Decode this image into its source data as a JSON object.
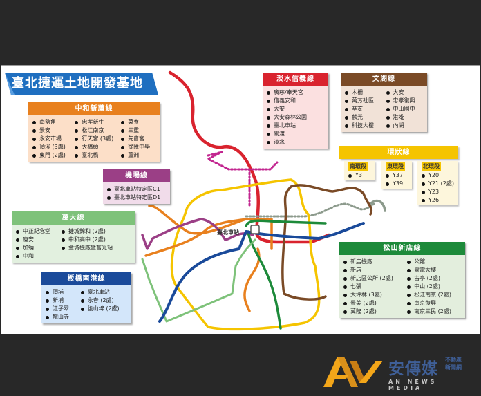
{
  "title": "臺北捷運土地開發基地",
  "station_center_label": "臺北車站",
  "colors": {
    "background": "#282828",
    "title_banner": "#1f6fc0",
    "zhonghe_xinlu": "#e8801e",
    "tamsui_xinyi": "#d9232e",
    "wenhu": "#7a4a26",
    "circular": "#f5c400",
    "airport": "#9b3f86",
    "wanda": "#7ec27a",
    "bannan": "#1a4a9a",
    "songshan_xindian": "#1d8a3a"
  },
  "lines": {
    "zhonghe_xinlu": {
      "name": "中和新蘆線",
      "columns": [
        [
          "南勢角",
          "景安",
          "永安市場",
          "頂溪 (3處)",
          "東門 (2處)"
        ],
        [
          "忠孝新生",
          "松江南京",
          "行天宮 (3處)",
          "大橋頭",
          "臺北橋"
        ],
        [
          "菜寮",
          "三重",
          "先嗇宮",
          "徐匯中學",
          "蘆洲"
        ]
      ]
    },
    "tamsui_xinyi": {
      "name": "淡水信義線",
      "columns": [
        [
          "廣慈/奉天宮",
          "信義安和",
          "大安",
          "大安森林公園",
          "臺北車站",
          "關渡",
          "淡水"
        ]
      ]
    },
    "wenhu": {
      "name": "文湖線",
      "columns": [
        [
          "木柵",
          "萬芳社區",
          "辛亥",
          "麟光",
          "科技大樓"
        ],
        [
          "大安",
          "忠孝復興",
          "中山國中",
          "港墘",
          "內湖"
        ]
      ]
    },
    "circular": {
      "name": "環狀線",
      "segments": [
        {
          "name": "南環段",
          "items": [
            "Y3"
          ]
        },
        {
          "name": "東環段",
          "items": [
            "Y37",
            "Y39"
          ]
        },
        {
          "name": "北環段",
          "items": [
            "Y20",
            "Y21 (2處)",
            "Y23",
            "Y26"
          ]
        }
      ]
    },
    "airport": {
      "name": "機場線",
      "columns": [
        [
          "臺北車站特定區C1",
          "臺北車站特定區D1"
        ]
      ]
    },
    "wanda": {
      "name": "萬大線",
      "columns": [
        [
          "中正紀念堂",
          "廈安",
          "加蚋",
          "中和"
        ],
        [
          "捷城錦和 (2處)",
          "中和高中 (2處)",
          "金城機廠暨莒光站"
        ]
      ]
    },
    "bannan": {
      "name": "板橋南港線",
      "columns": [
        [
          "頂埔",
          "新埔",
          "江子翠",
          "龍山寺"
        ],
        [
          "臺北車站",
          "永春 (2處)",
          "後山埤 (2處)"
        ]
      ]
    },
    "songshan_xindian": {
      "name": "松山新店線",
      "columns": [
        [
          "新店機廠",
          "新店",
          "新店區公所 (2處)",
          "七張",
          "大坪林 (3處)",
          "景美 (2處)",
          "萬隆 (2處)"
        ],
        [
          "公館",
          "臺電大樓",
          "古亭 (2處)",
          "中山 (2處)",
          "松江南京 (2處)",
          "南京復興",
          "南京三民 (2處)"
        ]
      ]
    }
  },
  "logo": {
    "cn": "安傳媒",
    "sub_line1": "不動產",
    "sub_line2": "新聞網",
    "en": "AN NEWS MEDIA"
  }
}
